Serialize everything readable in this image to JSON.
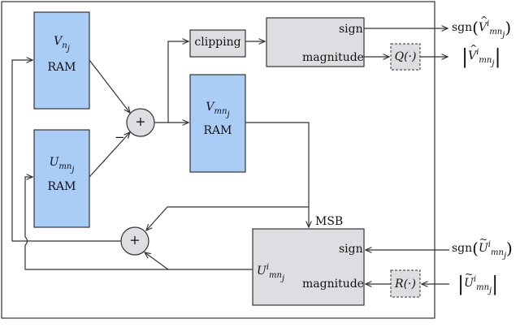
{
  "blocks": {
    "v_ram": {
      "symbol": "V",
      "sub_main": "n",
      "sub_sub": "j",
      "label": "RAM"
    },
    "u_ram": {
      "symbol": "U",
      "sub_main": "mn",
      "sub_sub": "j",
      "label": "RAM"
    },
    "vmn_ram": {
      "symbol": "V",
      "sub_main": "mn",
      "sub_sub": "j",
      "label": "RAM"
    },
    "clipping": {
      "label": "clipping"
    },
    "top_split": {
      "sign_label": "sign",
      "magnitude_label": "magnitude"
    },
    "bottom_split": {
      "sign_label": "sign",
      "magnitude_label": "magnitude",
      "symbol": "U",
      "sup": "i",
      "sub_main": "mn",
      "sub_sub": "j"
    },
    "q_quantizer": {
      "text": "Q(·)"
    },
    "r_quantizer": {
      "text": "R(·)"
    },
    "adder_top": {
      "symbol": "+",
      "minus": "−"
    },
    "adder_bottom": {
      "symbol": "+"
    }
  },
  "signals": {
    "msb": "MSB",
    "sgn_text": "sgn",
    "out_sign": {
      "symbol": "V",
      "sup": "i",
      "sub_main": "mn",
      "sub_sub": "j"
    },
    "out_mag": {
      "symbol": "V",
      "sup": "i",
      "sub_main": "mn",
      "sub_sub": "j"
    },
    "in_sign": {
      "symbol": "U",
      "sup": "i",
      "sub_main": "mn",
      "sub_sub": "j"
    },
    "in_mag": {
      "symbol": "U",
      "sup": "i",
      "sub_main": "mn",
      "sub_sub": "j"
    }
  },
  "colors": {
    "ram_fill": "#a9cdf6",
    "block_fill": "#dddee2",
    "stroke": "#333333"
  }
}
